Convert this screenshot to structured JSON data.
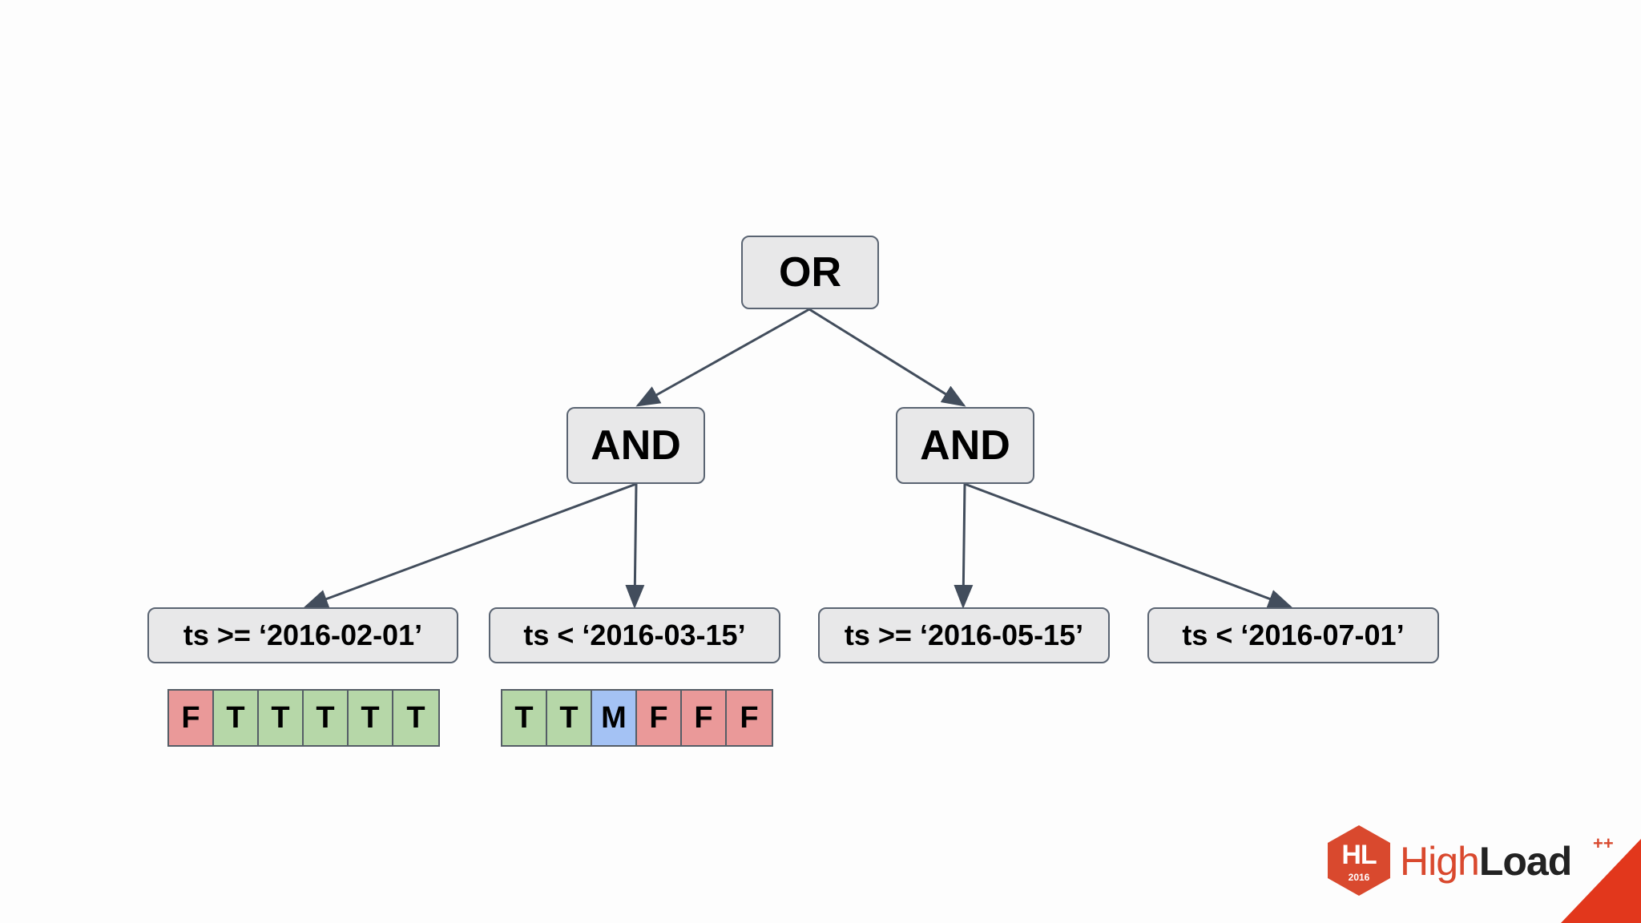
{
  "tree": {
    "root": {
      "label": "OR"
    },
    "and_left": {
      "label": "AND"
    },
    "and_right": {
      "label": "AND"
    },
    "conditions": [
      {
        "label": "ts >= ‘2016-02-01’"
      },
      {
        "label": "ts < ‘2016-03-15’"
      },
      {
        "label": "ts >= ‘2016-05-15’"
      },
      {
        "label": "ts < ‘2016-07-01’"
      }
    ]
  },
  "bitmaps": [
    {
      "cells": [
        {
          "value": "F",
          "state": "false"
        },
        {
          "value": "T",
          "state": "true"
        },
        {
          "value": "T",
          "state": "true"
        },
        {
          "value": "T",
          "state": "true"
        },
        {
          "value": "T",
          "state": "true"
        },
        {
          "value": "T",
          "state": "true"
        }
      ]
    },
    {
      "cells": [
        {
          "value": "T",
          "state": "true"
        },
        {
          "value": "T",
          "state": "true"
        },
        {
          "value": "M",
          "state": "maybe"
        },
        {
          "value": "F",
          "state": "false"
        },
        {
          "value": "F",
          "state": "false"
        },
        {
          "value": "F",
          "state": "false"
        }
      ]
    }
  ],
  "colors": {
    "true": "#b6d7a8",
    "false": "#ea9999",
    "maybe": "#a4c2f4",
    "node_fill": "#e8e8e9",
    "edge": "#424d5c",
    "brand_red": "#d9492e"
  },
  "logo": {
    "badge": "HL",
    "year": "2016",
    "name_light": "High",
    "name_bold": "Load",
    "superscript": "++"
  }
}
